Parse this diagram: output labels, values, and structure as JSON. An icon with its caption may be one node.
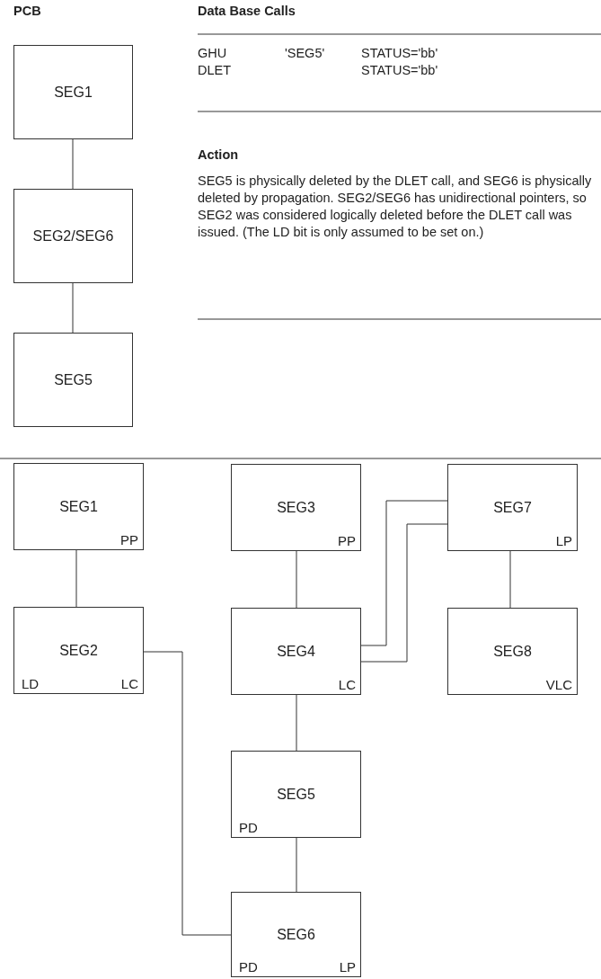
{
  "diagram": {
    "nodes": [
      {
        "text": [
          "SEG1"
        ]
      },
      {
        "text": [
          "SEG2/SEG6"
        ]
      },
      {
        "text": [
          "SEG5"
        ]
      },
      {
        "text": [
          "SEG1",
          "PP"
        ]
      },
      {
        "text": [
          "SEG3",
          "PP"
        ]
      },
      {
        "text": [
          "SEG7",
          "LP"
        ]
      },
      {
        "text": [
          "SEG2",
          "LD",
          "LC"
        ]
      },
      {
        "text": [
          "SEG4",
          "LC"
        ]
      },
      {
        "text": [
          "SEG8",
          "VLC"
        ]
      },
      {
        "text": [
          "SEG5",
          "PD"
        ]
      },
      {
        "text": [
          "SEG6",
          "PD",
          "LP"
        ]
      }
    ],
    "edges": [
      {
        "from": 0,
        "to": 1,
        "arrow": "none"
      },
      {
        "from": 1,
        "to": 2,
        "arrow": "none"
      },
      {
        "from": 3,
        "to": 6,
        "arrow": "none"
      },
      {
        "from": 4,
        "to": 7,
        "arrow": "none"
      },
      {
        "from": 5,
        "to": 8,
        "arrow": "none"
      },
      {
        "from": 7,
        "to": 9,
        "arrow": "none"
      },
      {
        "from": 9,
        "to": 10,
        "arrow": "none"
      },
      {
        "from": 6,
        "to": 10,
        "arrow": "none"
      },
      {
        "from": 7,
        "to": 5,
        "arrow": "none"
      },
      {
        "from": 7,
        "to": 5,
        "arrow": "none"
      }
    ],
    "labels": [
      "PCB",
      "Data Base Calls",
      "GHU",
      "'SEG5'",
      "STATUS='bb'",
      "DLET",
      "STATUS='bb'",
      "Action",
      "SEG5 is physically deleted by the DLET call, and SEG6 is physically deleted by propagation. SEG2/SEG6 has unidirectional pointers, so SEG2 was considered logically deleted before the DLET call was issued. (The LD bit is only assumed to be set on.)"
    ]
  }
}
